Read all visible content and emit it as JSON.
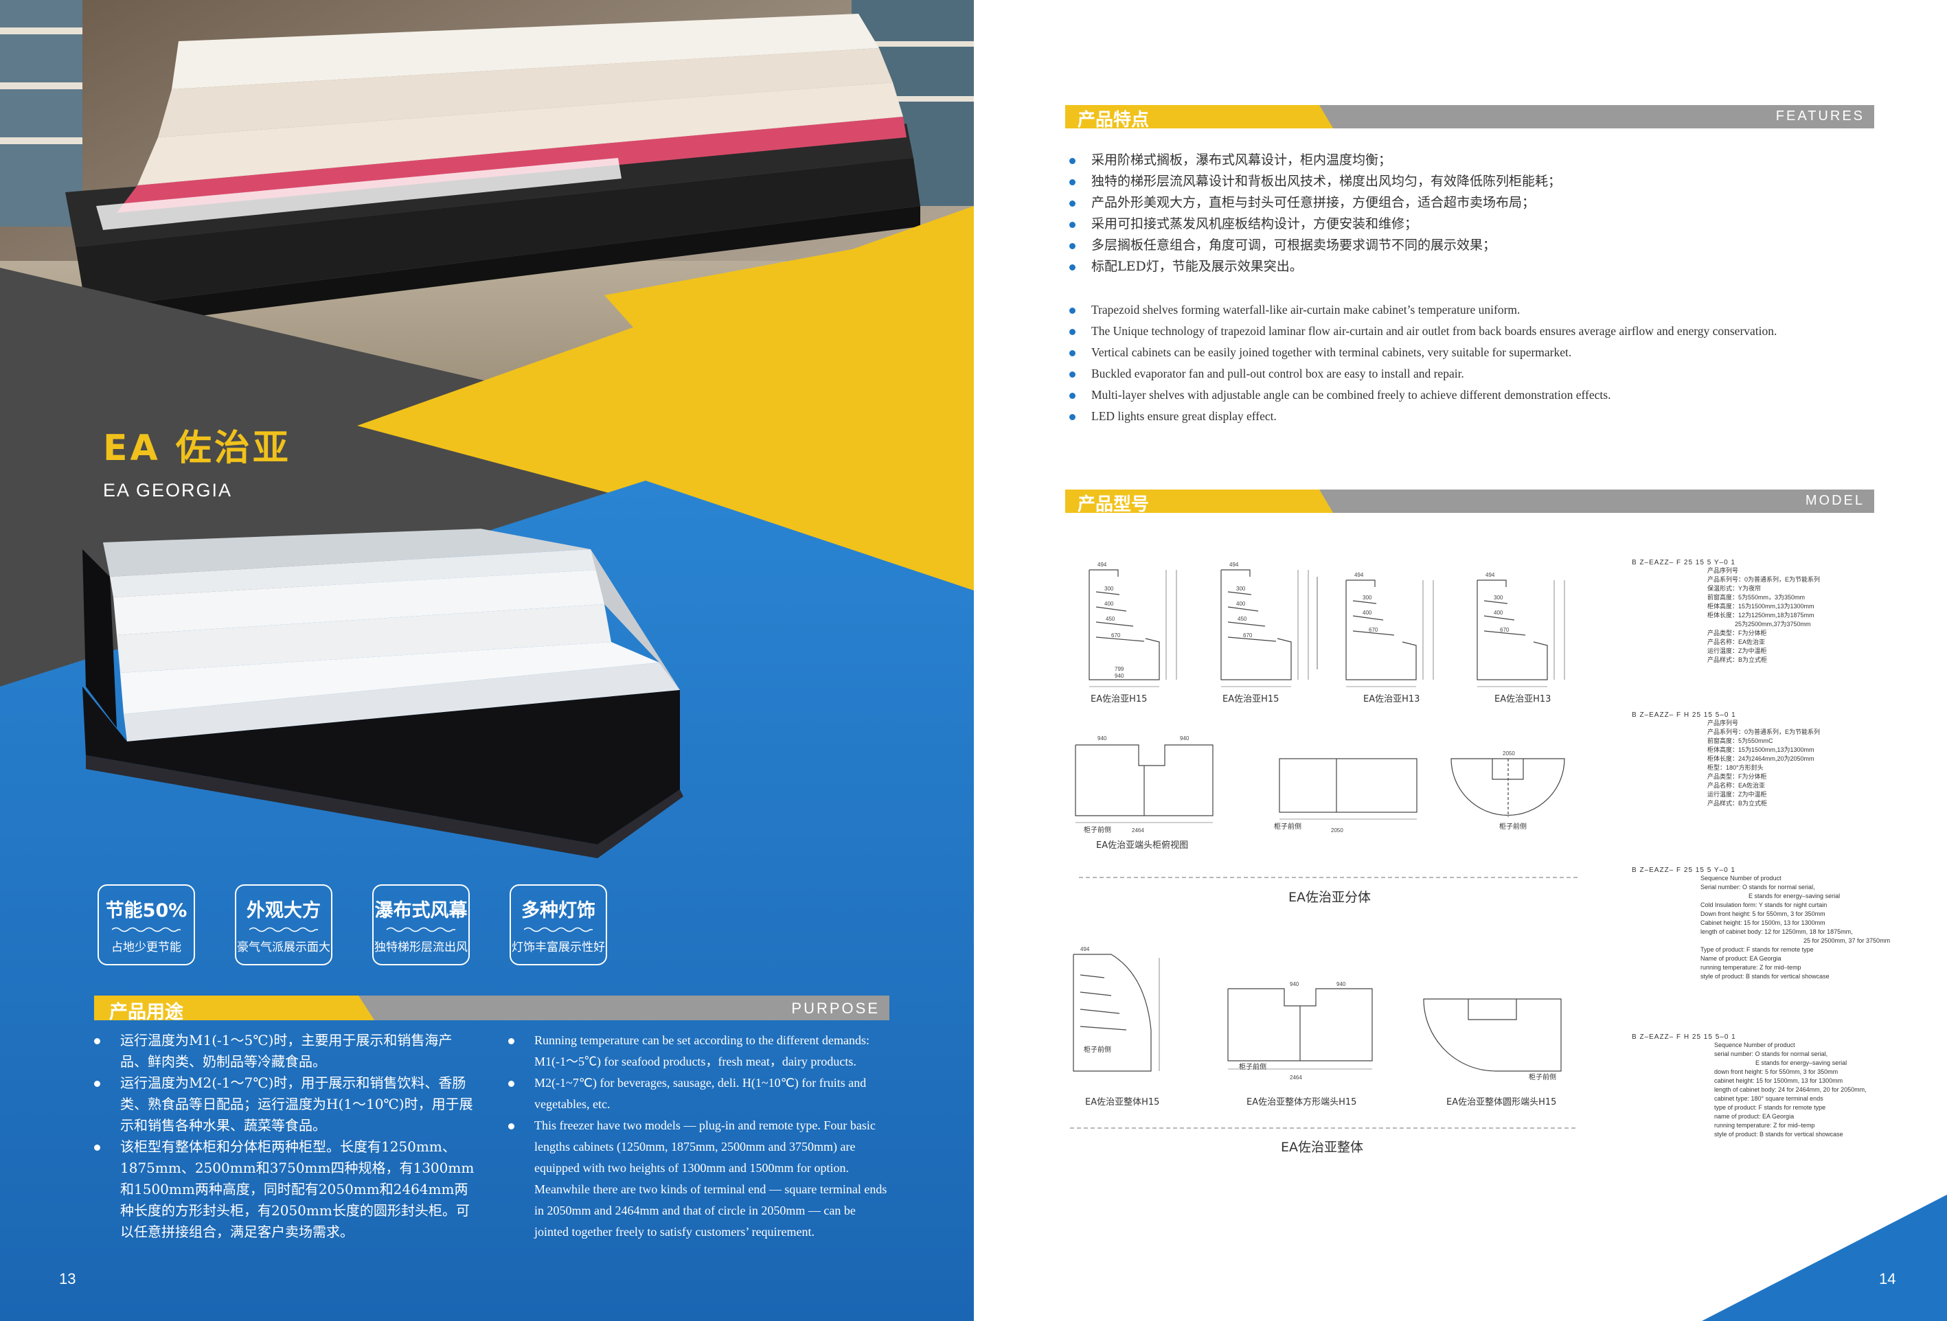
{
  "left": {
    "title_cn": "EA 佐治亚",
    "title_en": "EA GEORGIA",
    "badges": [
      {
        "title": "节能50%",
        "sub": "占地少更节能"
      },
      {
        "title": "外观大方",
        "sub": "豪气气派展示面大"
      },
      {
        "title": "瀑布式风幕",
        "sub": "独特梯形层流出风"
      },
      {
        "title": "多种灯饰",
        "sub": "灯饰丰富展示性好"
      }
    ],
    "purpose_cn": "产品用途",
    "purpose_en": "PURPOSE",
    "purpose_items_cn": [
      "运行温度为M1(-1～5℃)时，主要用于展示和销售海产品、鲜肉类、奶制品等冷藏食品。",
      "运行温度为M2(-1～7℃)时，用于展示和销售饮料、香肠类、熟食品等日配品；运行温度为H(1～10℃)时，用于展示和销售各种水果、蔬菜等食品。",
      "该柜型有整体柜和分体柜两种柜型。长度有1250mm、1875mm、2500mm和3750mm四种规格，有1300mm和1500mm两种高度，同时配有2050mm和2464mm两种长度的方形封头柜，有2050mm长度的圆形封头柜。可以任意拼接组合，满足客户卖场需求。"
    ],
    "purpose_items_en": [
      "Running temperature can be set according to the different demands: M1(-1～5℃) for seafood products，fresh meat，dairy products.",
      "M2(-1~7℃) for beverages, sausage, deli.  H(1~10℃) for fruits and vegetables, etc.",
      "This freezer have two models — plug-in and remote type. Four basic lengths cabinets (1250mm, 1875mm, 2500mm and 3750mm) are equipped with two heights of 1300mm and 1500mm for option. Meanwhile there are two kinds of terminal end — square terminal ends in 2050mm and 2464mm and that of circle in 2050mm — can be jointed together freely to satisfy customers’ requirement."
    ],
    "page_number": "13"
  },
  "right": {
    "features_cn": "产品特点",
    "features_en": "FEATURES",
    "features_items_cn": [
      "采用阶梯式搁板，瀑布式风幕设计，柜内温度均衡；",
      "独特的梯形层流风幕设计和背板出风技术，梯度出风均匀，有效降低陈列柜能耗；",
      "产品外形美观大方，直柜与封头可任意拼接，方便组合，适合超市卖场布局；",
      "采用可扣接式蒸发风机座板结构设计，方便安装和维修；",
      "多层搁板任意组合，角度可调，可根据卖场要求调节不同的展示效果；",
      "标配LED灯，节能及展示效果突出。"
    ],
    "features_items_en": [
      "Trapezoid shelves forming waterfall-like air-curtain make cabinet’s temperature uniform.",
      "The Unique technology of trapezoid laminar flow air-curtain and air outlet from back boards ensures average airflow and energy conservation.",
      "Vertical cabinets can be easily joined together with terminal cabinets, very suitable for supermarket.",
      "Buckled evaporator fan and pull-out control box are easy to install and repair.",
      "Multi-layer shelves with adjustable angle can be combined freely to achieve different demonstration effects.",
      "LED lights ensure great display effect."
    ],
    "model_cn": "产品型号",
    "model_en": "MODEL",
    "profile_captions": [
      "EA佐治亚H15",
      "EA佐治亚H15",
      "EA佐治亚H13",
      "EA佐治亚H13"
    ],
    "split_end_caption": "EA佐治亚端头柜俯视图",
    "split_title": "EA佐治亚分体",
    "integral_captions": [
      "EA佐治亚整体H15",
      "EA佐治亚整体方形端头H15",
      "EA佐治亚整体圆形端头H15"
    ],
    "integral_title": "EA佐治亚整体",
    "front_label": "柜子前侧",
    "code_blocks": [
      {
        "head": "B Z–EAZZ– F 25 15 5 Y–0 1",
        "lines": [
          "产品序列号",
          "产品系列号：0为普通系列，E为节能系列",
          "保温形式：Y为夜帘",
          "前窗高度：5为550mm，3为350mm",
          "柜体高度：15为1500mm,13为1300mm",
          "柜体长度：12为1250mm,18为1875mm",
          "25为2500mm,37为3750mm",
          "产品类型：F为分体柜",
          "产品名称：EA佐治亚",
          "运行温度：Z为中温柜",
          "产品样式：B为立式柜"
        ]
      },
      {
        "head": "B Z–EAZZ– F H 25 15 5–0 1",
        "lines": [
          "产品序列号",
          "产品系列号：0为普通系列，E为节能系列",
          "前窗高度：5为550mmC",
          "柜体高度：15为1500mm,13为1300mm",
          "柜体长度：24为2464mm,20为2050mm",
          "柜型：180°方形封头",
          "产品类型：F为分体柜",
          "产品名称：EA佐治亚",
          "运行温度：Z为中温柜",
          "产品样式：B为立式柜"
        ]
      },
      {
        "head": "B Z–EAZZ– F 25 15 5 Y–0 1",
        "lines": [
          "Sequence Number of product",
          "Serial number: O stands for normal serial,",
          "E stands for energy–saving serial",
          "Cold Insulation form: Y stands for night curtain",
          "Down front height: 5 for 550mm, 3 for 350mm",
          "Cabinet height: 15 for 1500m, 13 for 1300mm",
          "length of cabinet body: 12 for 1250mm, 18 for 1875mm,",
          "25 for 2500mm, 37 for 3750mm",
          "Type of product: F stands for remote type",
          "Name of product: EA Georgia",
          "running temperature: Z for mid–temp",
          "style of product: B stands for vertical showcase"
        ]
      },
      {
        "head": "B Z–EAZZ– F H 25 15 5–0 1",
        "lines": [
          "Sequence Number of product",
          "serial number: O stands for normal serial,",
          "E stands for energy–saving serial",
          "down front height: 5 for 550mm, 3 for 350mm",
          "cabinet height: 15 for 1500mm, 13 for 1300mm",
          "length of cabinet body: 24 for 2464mm, 20 for 2050mm,",
          "cabinet type: 180° square terminal ends",
          "type of product: F stands for remote type",
          "name of product: EA Georgia",
          "running temperature: Z for mid–temp",
          "style of product: B stands for vertical showcase"
        ]
      }
    ],
    "page_number": "14"
  },
  "colors": {
    "brand_blue": "#1f75c4",
    "accent_yellow": "#f1c21b",
    "dark_gray": "#4a4a4a",
    "bar_gray": "#9a9a9a"
  }
}
